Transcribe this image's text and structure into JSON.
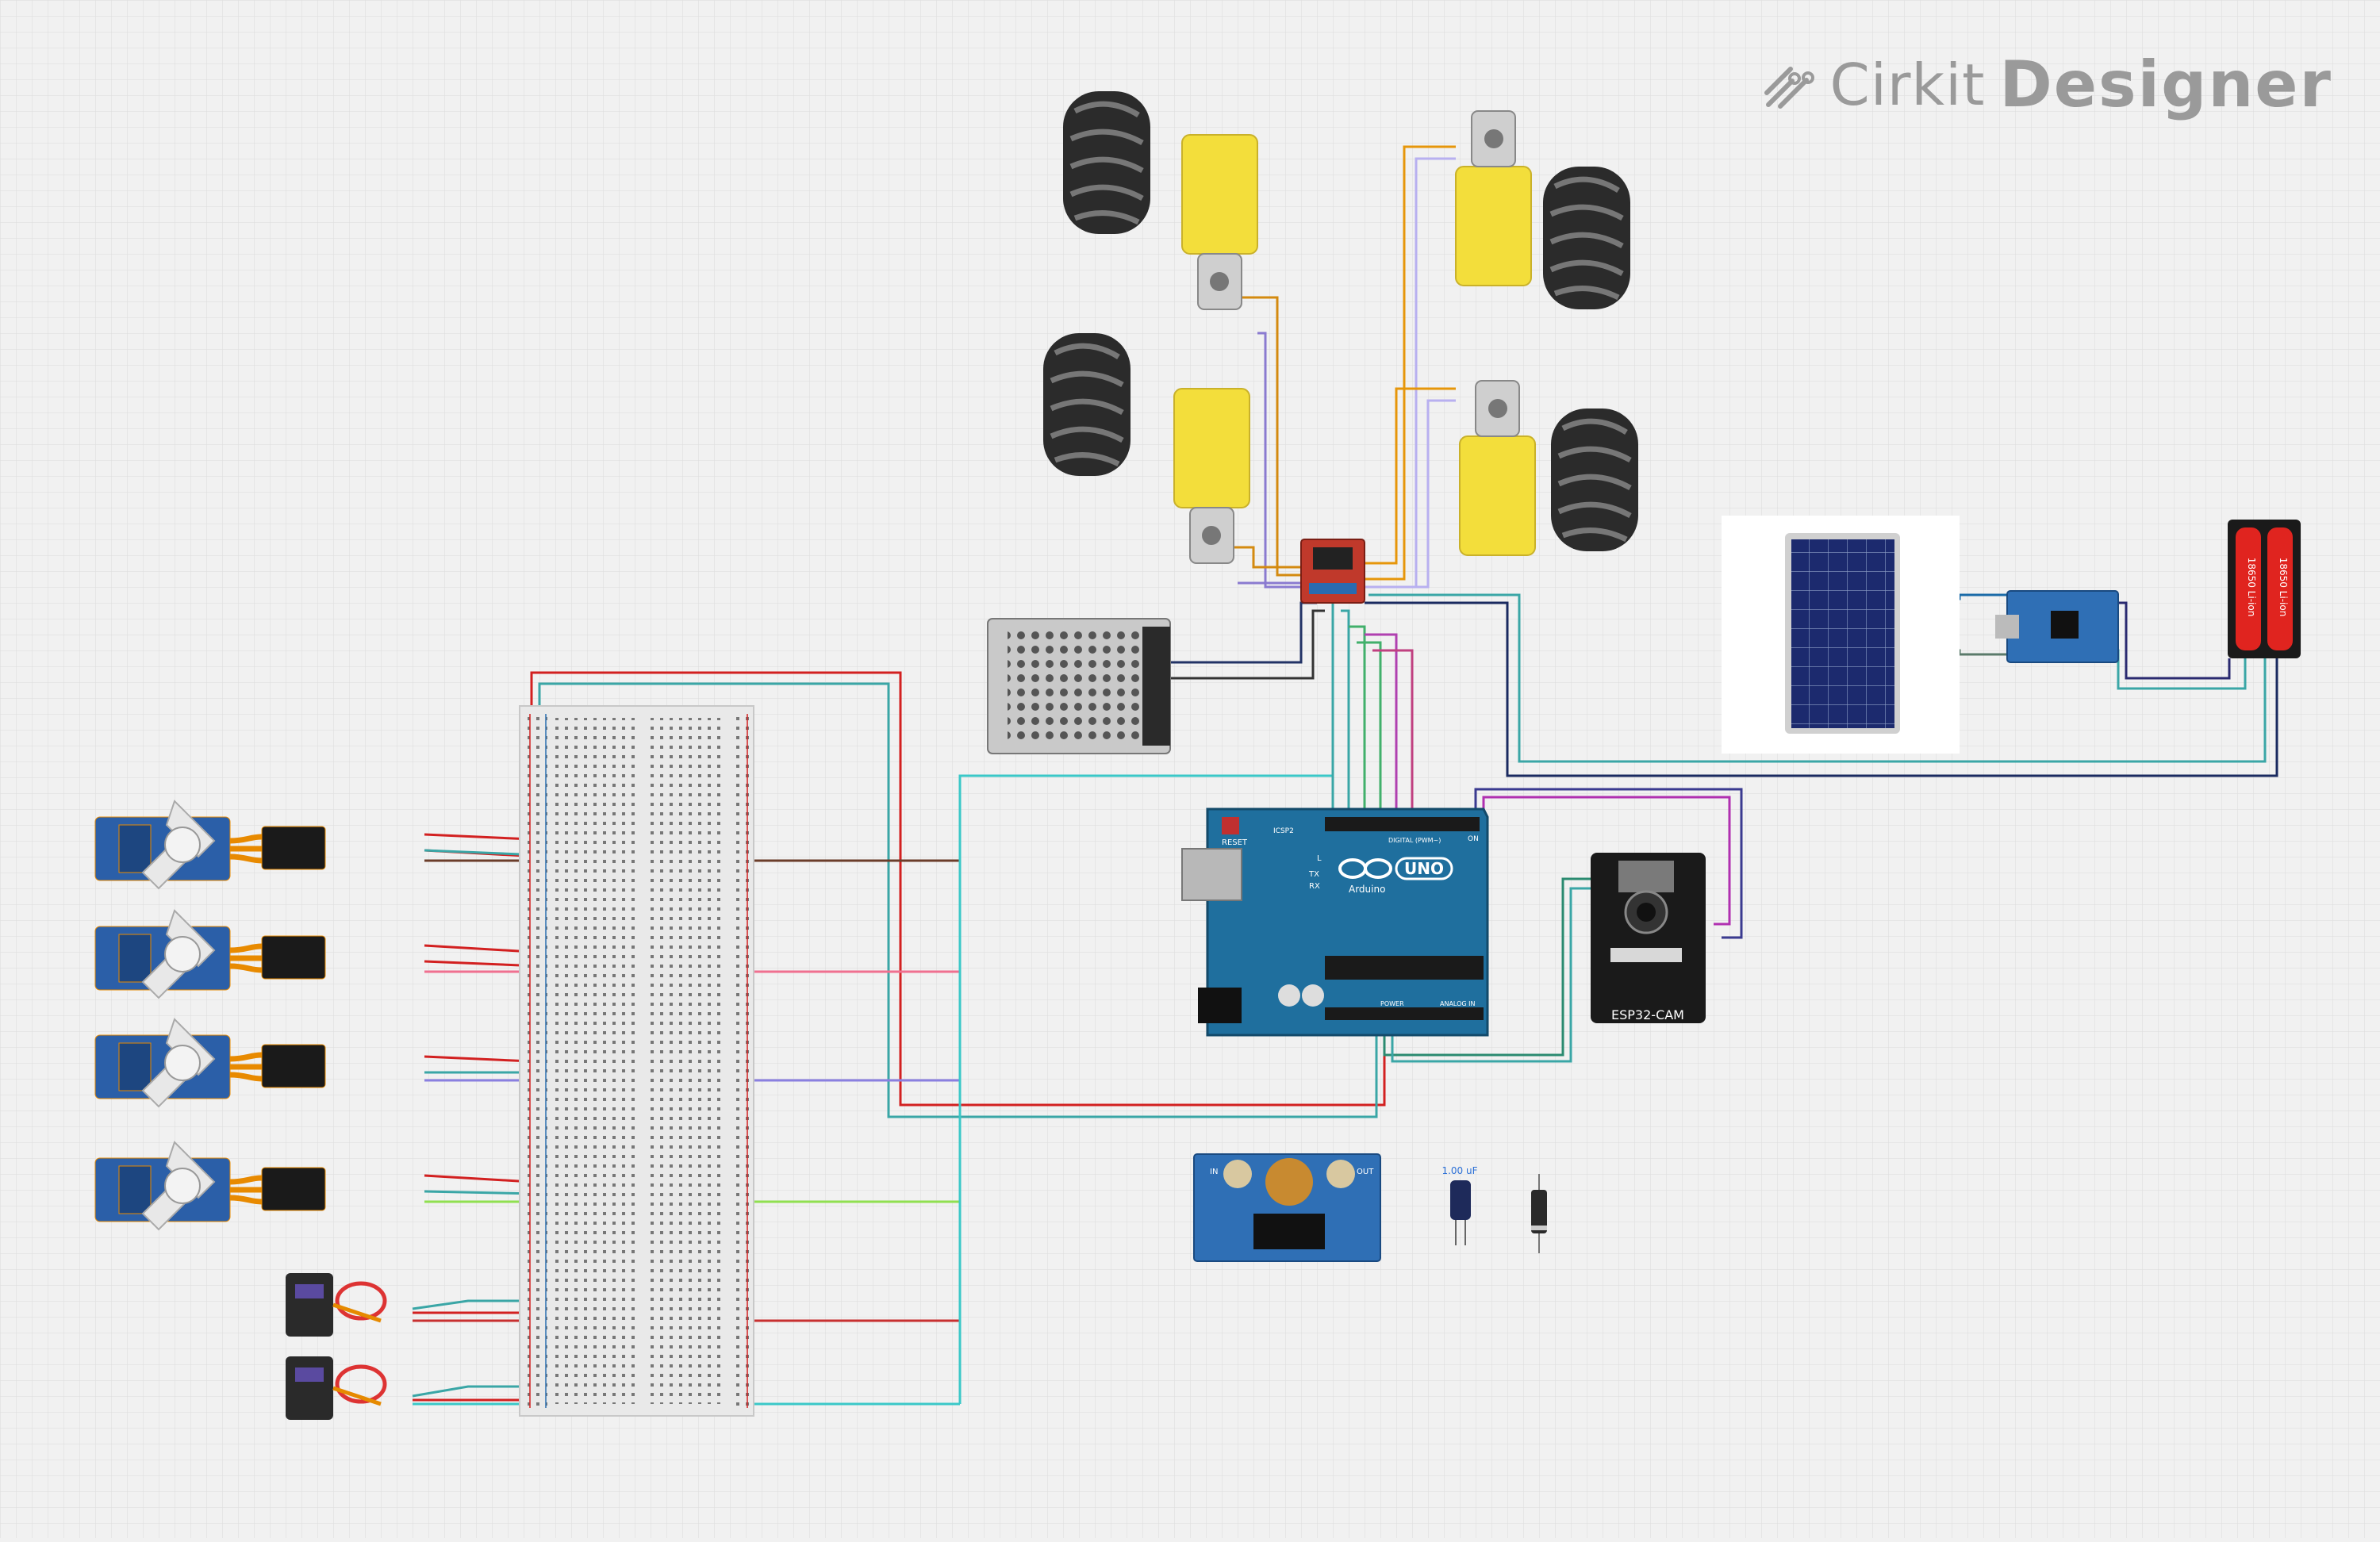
{
  "brand": {
    "name_light": "Cirkit",
    "name_bold": "Designer",
    "icon": "cirkit-logo-icon"
  },
  "components": {
    "arduino": {
      "board_label": "UNO",
      "maker_label": "Arduino",
      "reset_label": "RESET",
      "icsp_label": "ICSP2",
      "on_label": "ON",
      "digital_label": "DIGITAL (PWM~)",
      "power_label": "POWER",
      "analog_label": "ANALOG IN",
      "tx_label": "TX",
      "rx_label": "RX",
      "l_label": "L"
    },
    "esp32cam": {
      "label": "ESP32-CAM"
    },
    "capacitor": {
      "value": "1.00 uF"
    },
    "battery": {
      "cell_label": "18650 Li-ion"
    },
    "buck_converter": {
      "in_label": "IN",
      "out_label": "OUT"
    }
  },
  "colors": {
    "grid": "#dedede",
    "board": "#1f6f9e",
    "wheel": "#2a2a2a",
    "motor": "#f2de3a",
    "wire_red": "#d22020",
    "wire_teal": "#3aa6a6"
  }
}
